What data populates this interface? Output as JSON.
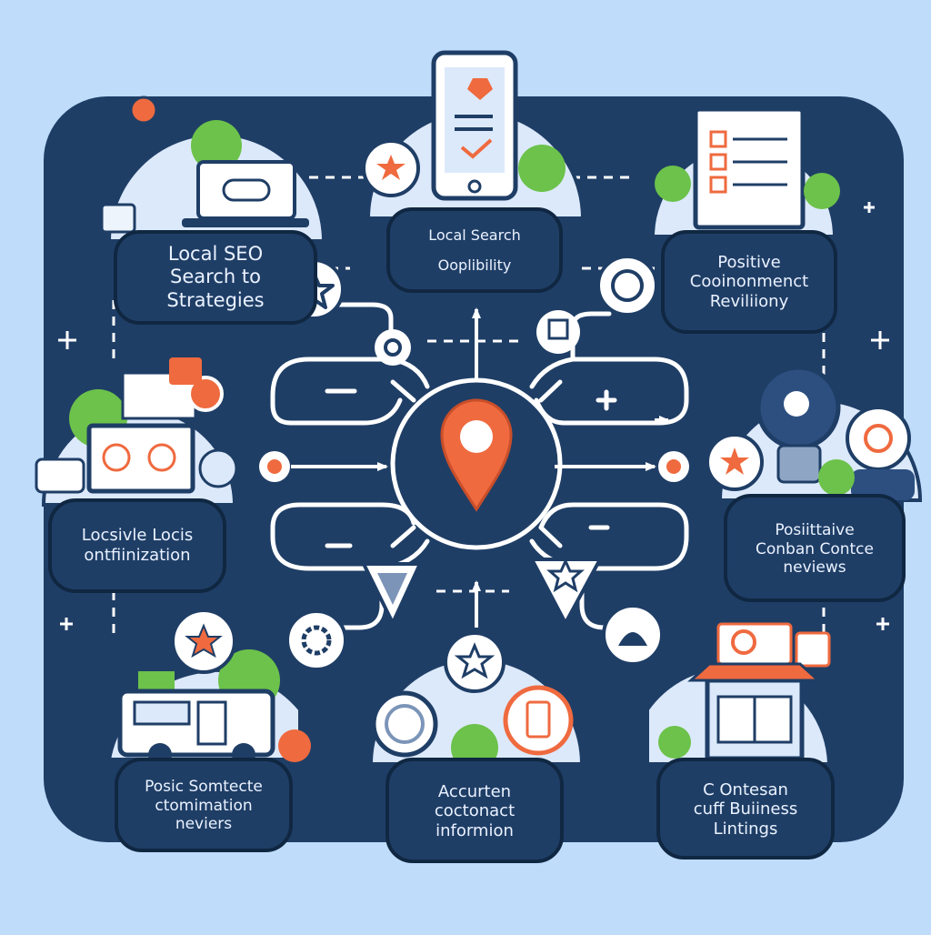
{
  "colors": {
    "background": "#bfdcfb",
    "panel": "#1f3e66",
    "accent": "#ef6a3f",
    "leaf": "#6cc24a",
    "line": "#ffffff",
    "label_text": "#eaf2ff"
  },
  "center": {
    "icon": "location-pin-icon"
  },
  "nodes": {
    "top_left": {
      "icon": "laptop-map-pin-icon",
      "lines": [
        "Local SEO",
        "Search to",
        "Strategies"
      ]
    },
    "top_center": {
      "icon": "smartphone-check-icon",
      "lines": [
        "Local Search",
        "Ooplibility"
      ]
    },
    "top_right": {
      "icon": "checklist-board-icon",
      "lines": [
        "Positive",
        "Cooinonmenct",
        "Reviliiony"
      ]
    },
    "middle_left": {
      "icon": "laptop-social-icon",
      "lines": [
        "Locsivle Locis",
        "ontfiinization"
      ]
    },
    "middle_right": {
      "icon": "lightbulb-idea-icon",
      "lines": [
        "Posiittaive",
        "Conban Contce",
        "neviews"
      ]
    },
    "bottom_left": {
      "icon": "delivery-van-icon",
      "lines": [
        "Posic Somtecte",
        "ctomimation",
        "neviers"
      ]
    },
    "bottom_center": {
      "icon": "contact-badges-icon",
      "lines": [
        "Accurten",
        "coctonact",
        "informion"
      ]
    },
    "bottom_right": {
      "icon": "storefront-icon",
      "lines": [
        "C Ontesan",
        "cuff Buiiness",
        "Lintings"
      ]
    }
  }
}
